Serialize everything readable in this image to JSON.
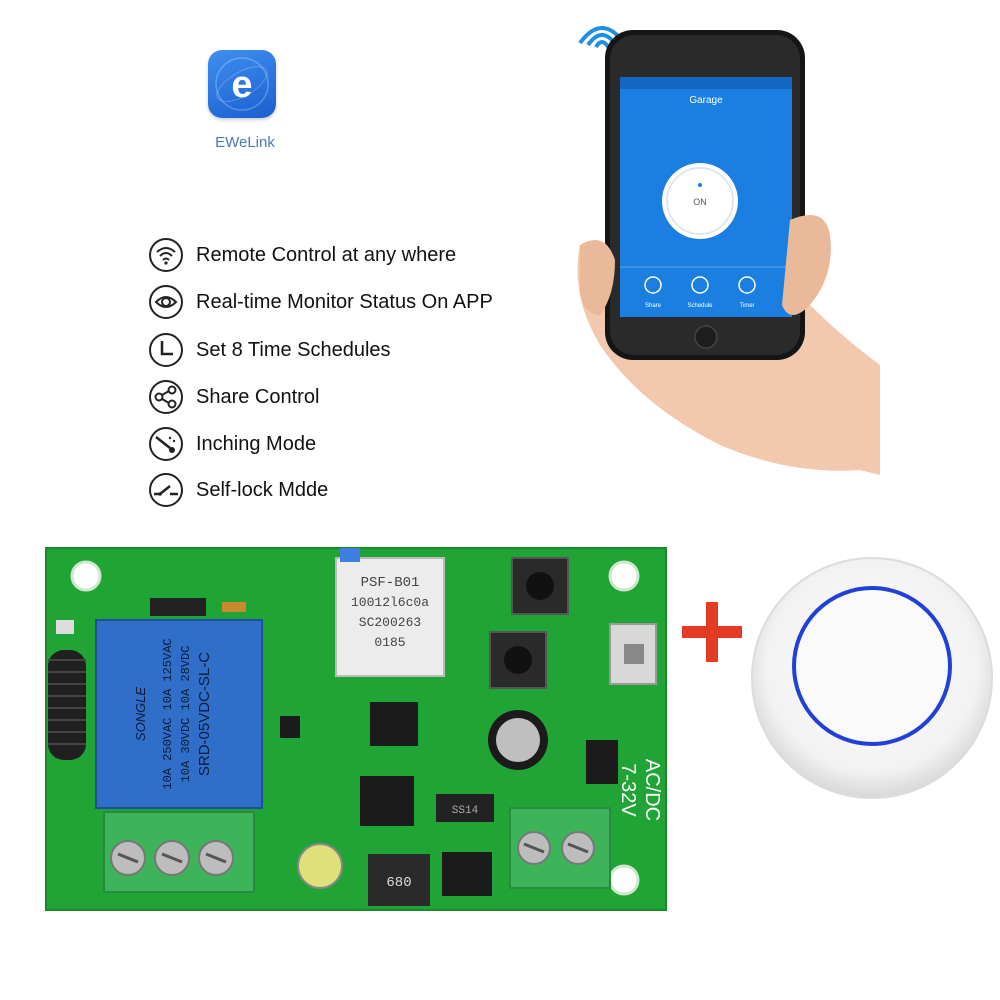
{
  "logo": {
    "letter": "e",
    "label": "EWeLink"
  },
  "features": [
    {
      "icon": "wifi-icon",
      "text": "Remote Control at any where"
    },
    {
      "icon": "monitor-status-icon",
      "text": "Real-time Monitor Status On APP"
    },
    {
      "icon": "clock-icon",
      "text": "Set 8 Time Schedules"
    },
    {
      "icon": "share-icon",
      "text": "Share Control"
    },
    {
      "icon": "inching-icon",
      "text": "Inching Mode"
    },
    {
      "icon": "self-lock-switch-icon",
      "text": "Self-lock Mdde"
    }
  ],
  "phone": {
    "title": "Garage",
    "button_label": "ON",
    "tabs": [
      "Share",
      "Schedule",
      "Timer"
    ]
  },
  "pcb": {
    "module_lines": [
      "PSF-B01",
      "10012l6c0a",
      "SC200263",
      "0185"
    ],
    "relay_lines": [
      "SONGLE",
      "10A 250VAC  10A 125VAC",
      "10A 30VDC  10A 28VDC",
      "SRD-05VDC-SL-C"
    ],
    "voltage_label": "AC/DC",
    "voltage_range": "7-32V",
    "inductor_label": "680",
    "diode_label": "SS14"
  },
  "colors": {
    "pcb_green": "#21a436",
    "terminal_green": "#3db35a",
    "relay_blue": "#2f6fc9",
    "plus_red": "#e33b25",
    "ring_blue": "#2040d8",
    "app_blue": "#1a7fe0"
  }
}
